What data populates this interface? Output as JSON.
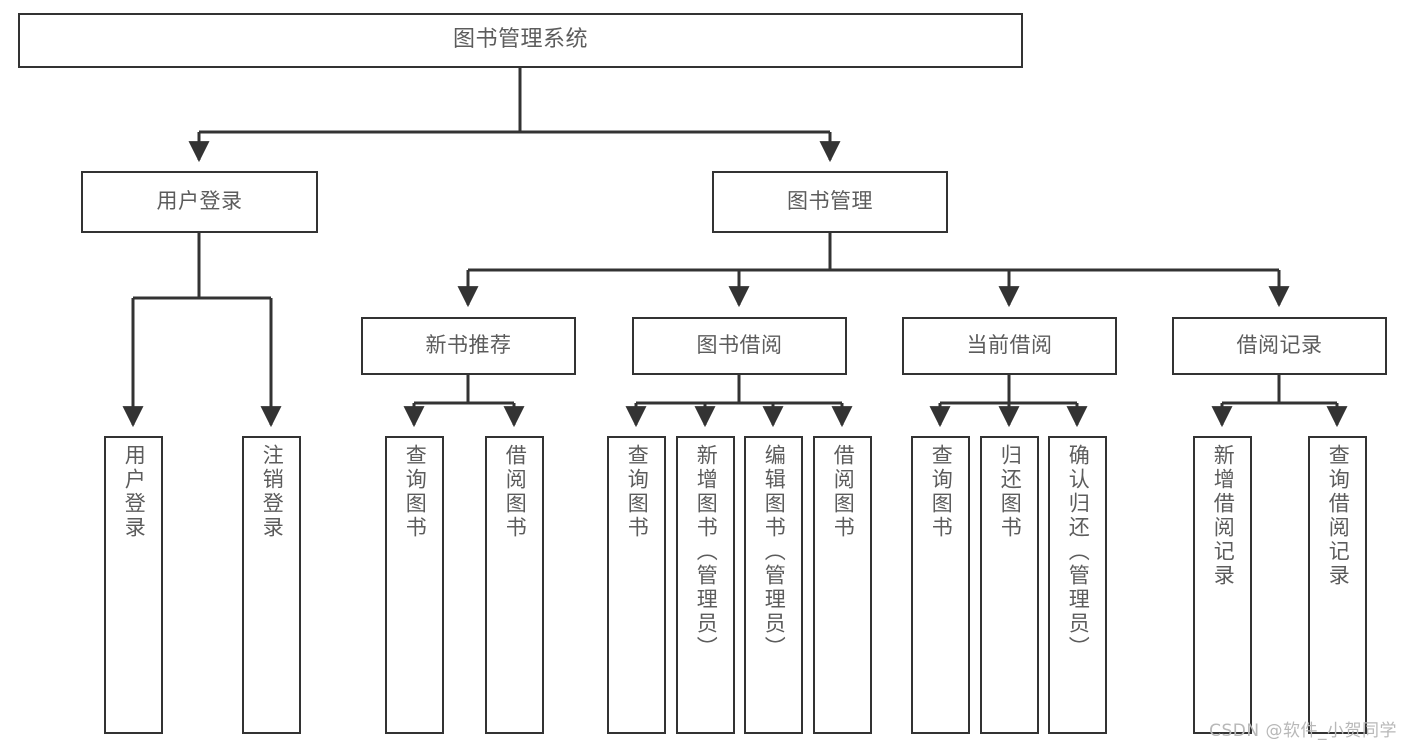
{
  "diagram": {
    "type": "tree-hierarchy",
    "title": "图书管理系统",
    "root": {
      "id": "root",
      "label": "图书管理系统"
    },
    "level2": [
      {
        "id": "user-login",
        "label": "用户登录"
      },
      {
        "id": "book-management",
        "label": "图书管理"
      }
    ],
    "level3": [
      {
        "id": "new-book-recommend",
        "label": "新书推荐"
      },
      {
        "id": "book-borrow",
        "label": "图书借阅"
      },
      {
        "id": "current-borrow",
        "label": "当前借阅"
      },
      {
        "id": "borrow-record",
        "label": "借阅记录"
      }
    ],
    "leaves": {
      "user_login": [
        {
          "id": "leaf-user-login",
          "label": "用户登录"
        },
        {
          "id": "leaf-logout",
          "label": "注销登录"
        }
      ],
      "new_book_recommend": [
        {
          "id": "leaf-query-book-1",
          "label": "查询图书"
        },
        {
          "id": "leaf-borrow-book-1",
          "label": "借阅图书"
        }
      ],
      "book_borrow": [
        {
          "id": "leaf-query-book-2",
          "label": "查询图书"
        },
        {
          "id": "leaf-add-book",
          "label": "新增图书（管理员）"
        },
        {
          "id": "leaf-edit-book",
          "label": "编辑图书（管理员）"
        },
        {
          "id": "leaf-borrow-book-2",
          "label": "借阅图书"
        }
      ],
      "current_borrow": [
        {
          "id": "leaf-query-book-3",
          "label": "查询图书"
        },
        {
          "id": "leaf-return-book",
          "label": "归还图书"
        },
        {
          "id": "leaf-confirm-return",
          "label": "确认归还（管理员）"
        }
      ],
      "borrow_record": [
        {
          "id": "leaf-add-record",
          "label": "新增借阅记录"
        },
        {
          "id": "leaf-query-record",
          "label": "查询借阅记录"
        }
      ]
    },
    "colors": {
      "border": "#333333",
      "text": "#5c5c5c",
      "background": "#ffffff",
      "connector": "#333333",
      "watermark": "#b8b8b8"
    }
  },
  "watermark": {
    "text": "CSDN @软件_小贺同学"
  }
}
